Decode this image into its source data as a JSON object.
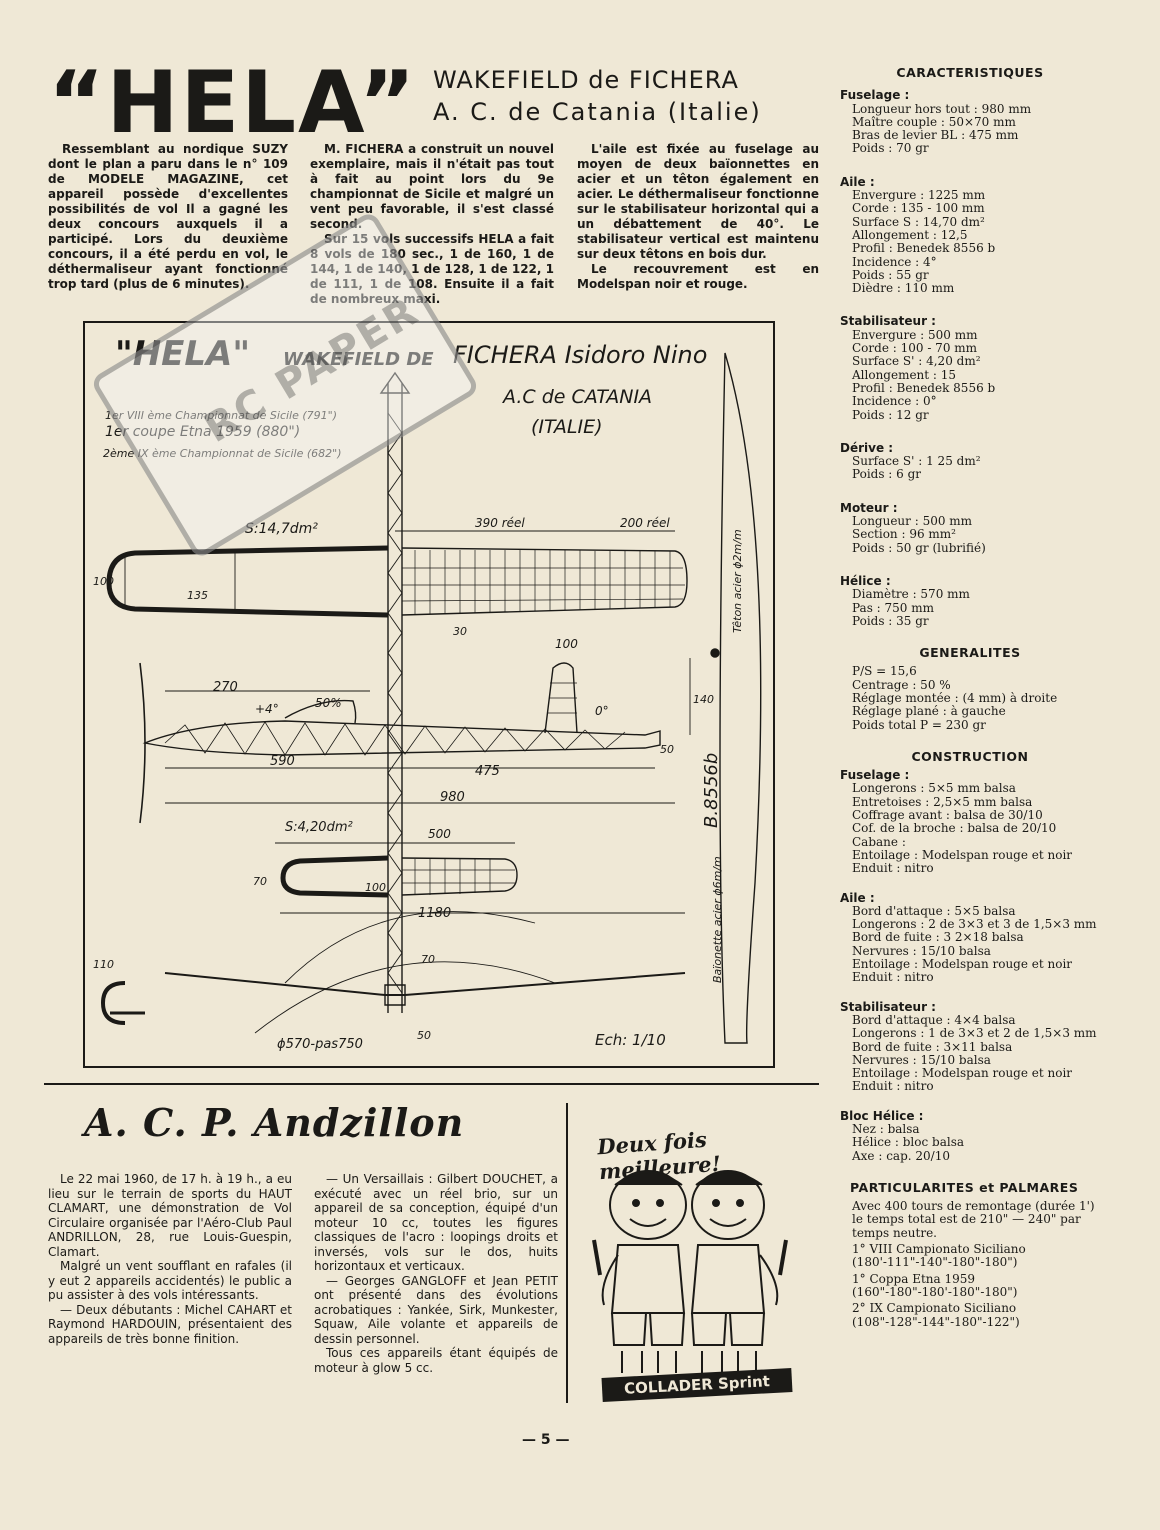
{
  "title": {
    "main": "“HELA”",
    "sub1": "WAKEFIELD de FICHERA",
    "sub2": "A. C. de Catania (Italie)"
  },
  "intro": {
    "col1": "Ressemblant au nordique SUZY dont le plan a paru dans le n° 109 de MODELE MAGAZINE, cet appareil possède d'excellentes possibilités de vol Il a gagné les deux concours auxquels il a participé. Lors du deuxième concours, il a été perdu en vol, le déthermaliseur ayant fonctionné trop tard (plus de 6 minutes).",
    "col2a": "M. FICHERA a construit un nouvel exemplaire, mais il n'était pas tout à fait au point lors du 9e championnat de Sicile et malgré un vent peu favorable, il s'est classé second.",
    "col2b": "Sur 15 vols successifs HELA a fait 8 vols de 180 sec., 1 de 160, 1 de 144, 1 de 140, 1 de 128, 1 de 122, 1 de 111, 1 de 108. Ensuite il a fait de nombreux maxi.",
    "col3a": "L'aile est fixée au fuselage au moyen de deux baïonnettes en acier et un têton également en acier. Le déthermaliseur fonctionne sur le stabilisateur horizontal qui a un débattement de 40°. Le stabilisateur vertical est maintenu sur deux têtons en bois dur.",
    "col3b": "Le recouvrement est en Modelspan noir et rouge."
  },
  "plan": {
    "title_hela": "\"HELA\"",
    "title_wake": "WAKEFIELD DE",
    "title_name": "FICHERA Isidoro Nino",
    "club1": "A.C de CATANIA",
    "club2": "(ITALIE)",
    "award1": "1er VIII ème Championnat de Sicile (791\")",
    "award2": "1er coupe Etna 1959 (880\")",
    "award3": "2ème IX ème Championnat de Sicile (682\")",
    "surf_wing": "S:14,7dm²",
    "surf_stab": "S:4,20dm²",
    "dim_390": "390 réel",
    "dim_200": "200 réel",
    "dim_100": "100",
    "dim_135": "135",
    "dim_30": "30",
    "dim_100b": "100",
    "dim_270": "270",
    "dim_4deg": "+4°",
    "dim_50pct": "50%",
    "dim_0deg": "0°",
    "dim_140": "140",
    "dim_50": "50",
    "dim_590": "590",
    "dim_475": "475",
    "dim_980": "980",
    "dim_500": "500",
    "dim_70": "70",
    "dim_100c": "100",
    "dim_1180": "1180",
    "dim_110": "110",
    "dim_70b": "70",
    "dim_50b": "50",
    "prop": "ϕ570-pas750",
    "profile": "B.8556b",
    "teton": "Têton acier ϕ2m/m",
    "baionnette": "Baïonette acier ϕ6m/m",
    "scale": "Ech: 1/10"
  },
  "watermark": "RC PAPER",
  "specs": {
    "heading": "CARACTERISTIQUES",
    "fuselage_title": "Fuselage :",
    "fuselage": [
      "Longueur hors tout : 980 mm",
      "Maître couple : 50×70 mm",
      "Bras de levier BL : 475 mm",
      "Poids : 70 gr"
    ],
    "aile_title": "Aile :",
    "aile": [
      "Envergure : 1225 mm",
      "Corde : 135 - 100 mm",
      "Surface S : 14,70 dm²",
      "Allongement : 12,5",
      "Profil : Benedek 8556 b",
      "Incidence : 4°",
      "Poids : 55 gr",
      "Dièdre : 110 mm"
    ],
    "stab_title": "Stabilisateur :",
    "stab": [
      "Envergure : 500 mm",
      "Corde : 100 - 70 mm",
      "Surface S' : 4,20 dm²",
      "Allongement : 15",
      "Profil : Benedek 8556 b",
      "Incidence : 0°",
      "Poids : 12 gr"
    ],
    "derive_title": "Dérive :",
    "derive": [
      "Surface S' : 1 25 dm²",
      "Poids : 6 gr"
    ],
    "moteur_title": "Moteur :",
    "moteur": [
      "Longueur : 500 mm",
      "Section : 96 mm²",
      "Poids : 50 gr (lubrifié)"
    ],
    "helice_title": "Hélice :",
    "helice": [
      "Diamètre : 570 mm",
      "Pas : 750 mm",
      "Poids : 35 gr"
    ],
    "gen_heading": "GENERALITES",
    "generalites": [
      "P/S = 15,6",
      "Centrage : 50 %",
      "Réglage montée : (4 mm) à droite",
      "Réglage plané : à gauche",
      "Poids total P = 230 gr"
    ],
    "cons_heading": "CONSTRUCTION",
    "c_fus_title": "Fuselage :",
    "c_fus": [
      "Longerons : 5×5 mm balsa",
      "Entretoises : 2,5×5 mm balsa",
      "Coffrage avant : balsa de 30/10",
      "Cof. de la broche : balsa de 20/10",
      "Cabane :",
      "Entoilage : Modelspan rouge et noir",
      "Enduit : nitro"
    ],
    "c_aile_title": "Aile :",
    "c_aile": [
      "Bord d'attaque : 5×5 balsa",
      "Longerons : 2 de 3×3 et 3 de 1,5×3 mm",
      "Bord de fuite : 3 2×18 balsa",
      "Nervures : 15/10 balsa",
      "Entoilage : Modelspan rouge et noir",
      "Enduit : nitro"
    ],
    "c_stab_title": "Stabilisateur :",
    "c_stab": [
      "Bord d'attaque : 4×4 balsa",
      "Longerons : 1 de 3×3 et 2 de 1,5×3 mm",
      "Bord de fuite : 3×11 balsa",
      "Nervures : 15/10 balsa",
      "Entoilage : Modelspan rouge et noir",
      "Enduit : nitro"
    ],
    "bloc_title": "Bloc Hélice :",
    "bloc": [
      "Nez : balsa",
      "Hélice : bloc balsa",
      "Axe : cap. 20/10"
    ],
    "part_heading": "PARTICULARITES et PALMARES",
    "part": [
      "Avec 400 tours de remontage (durée 1') le temps total est de 210\" — 240\" par temps neutre.",
      "1° VIII Campionato Siciliano (180'-111\"-140\"-180\"-180\")",
      "1° Coppa Etna 1959 (160\"-180\"-180'-180\"-180\")",
      "2° IX Campionato Siciliano (108\"-128\"-144\"-180\"-122\")"
    ]
  },
  "acp": {
    "title": "A. C. P. Andzillon",
    "p1": "Le 22 mai 1960, de 17 h. à 19 h., a eu lieu sur le terrain de sports du HAUT CLAMART, une démonstration de Vol Circulaire organisée par l'Aéro-Club Paul ANDRILLON, 28, rue Louis-Guespin, Clamart.",
    "p2": "Malgré un vent soufflant en rafales (il y eut 2 appareils accidentés) le public a pu assister à des vols intéressants.",
    "p3": "— Deux débutants : Michel CAHART et Raymond HARDOUIN, présentaient des appareils de très bonne finition.",
    "p4": "— Un Versaillais : Gilbert DOUCHET, a exécuté avec un réel brio, sur un appareil de sa conception, équipé d'un moteur 10 cc, toutes les figures classiques de l'acro : loopings droits et inversés, vols sur le dos, huits horizontaux et verticaux.",
    "p5": "— Georges GANGLOFF et Jean PETIT ont présenté dans des évolutions acrobatiques : Yankée, Sirk, Munkester, Squaw, Aile volante et appareils de dessin personnel.",
    "p6": "Tous ces appareils étant équipés de moteur à glow 5 cc."
  },
  "ad": {
    "slogan": "Deux fois meilleure!",
    "brand": "COLLADER Sprint"
  },
  "page_number": "— 5 —"
}
